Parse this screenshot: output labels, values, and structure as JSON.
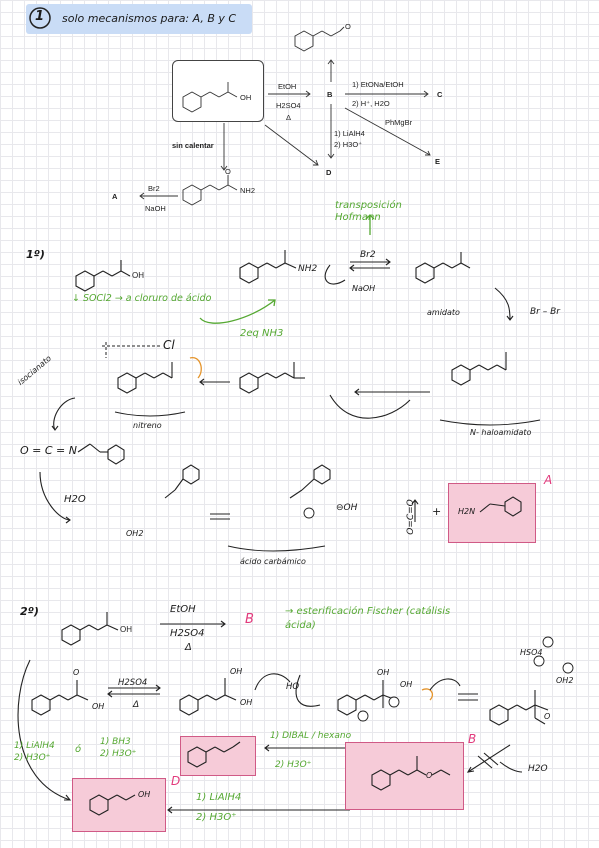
{
  "header": {
    "number": "1",
    "title": "solo mecanismos para: A, B y C"
  },
  "scheme": {
    "reagent_etoh": "EtOH",
    "reagent_h2so4": "H2SO4",
    "reagent_delta": "Δ",
    "label_b": "B",
    "label_c": "C",
    "reagent_etona": "1) EtONa/EtOH",
    "reagent_h_h2o": "2) H⁺, H2O",
    "reagent_phmgbr": "PhMgBr",
    "reagent_lialh4": "1) LiAlH4",
    "reagent_h3o": "2) H3O⁺",
    "label_d": "D",
    "label_e": "E",
    "sin_calentar": "sin calentar",
    "label_a": "A",
    "reagent_br2": "Br2",
    "reagent_naoh": "NaOH",
    "oh": "OH",
    "nh2": "NH2",
    "o": "O"
  },
  "part1": {
    "number": "1º)",
    "note_transposicion": "transposición Hofmann",
    "br2": "Br2",
    "naoh": "NaOH",
    "nh2": "NH2",
    "oh": "OH",
    "socl2": "↓ SOCl2 → a cloruro de ácido",
    "cl": "Cl",
    "nh3": "2eq NH3",
    "amidato": "amidato",
    "br_br": "Br – Br",
    "nitreno": "nitreno",
    "n_haloamidato": "N- haloamidato",
    "isocianato": "isocianato",
    "isocyanate_formula": "O = C = N",
    "h2o": "H2O",
    "acido_carbamico": "ácido carbámico",
    "oh_minus": "⊖OH",
    "co2": "O=C=O",
    "plus": "+",
    "h2n": "H2N",
    "label_a": "A",
    "oh2": "OH2"
  },
  "part2": {
    "number": "2º)",
    "oh": "OH",
    "etoh": "EtOH",
    "h2so4": "H2SO4",
    "delta": "Δ",
    "label_b": "B",
    "note_fischer": "→ esterificación Fischer (catálisis ácida)",
    "hso4": "HSO4",
    "h2so4_small": "H2SO4",
    "delta_small": "Δ",
    "ho": "HO",
    "lialh4_left": "1) LiAlH4\n2) H3O⁺",
    "o_symbol": "ó",
    "bh3": "1) BH3\n2) H3O⁺",
    "dibal": "1) DIBAL / hexano",
    "h3o": "2) H3O⁺",
    "label_d": "D",
    "label_b_box": "B",
    "h2o": "H2O",
    "lialh4": "1) LiAlH4",
    "h3o_bottom": "2) H3O⁺",
    "oh_label": "OH",
    "o_label": "O",
    "oh2_label": "OH2"
  }
}
